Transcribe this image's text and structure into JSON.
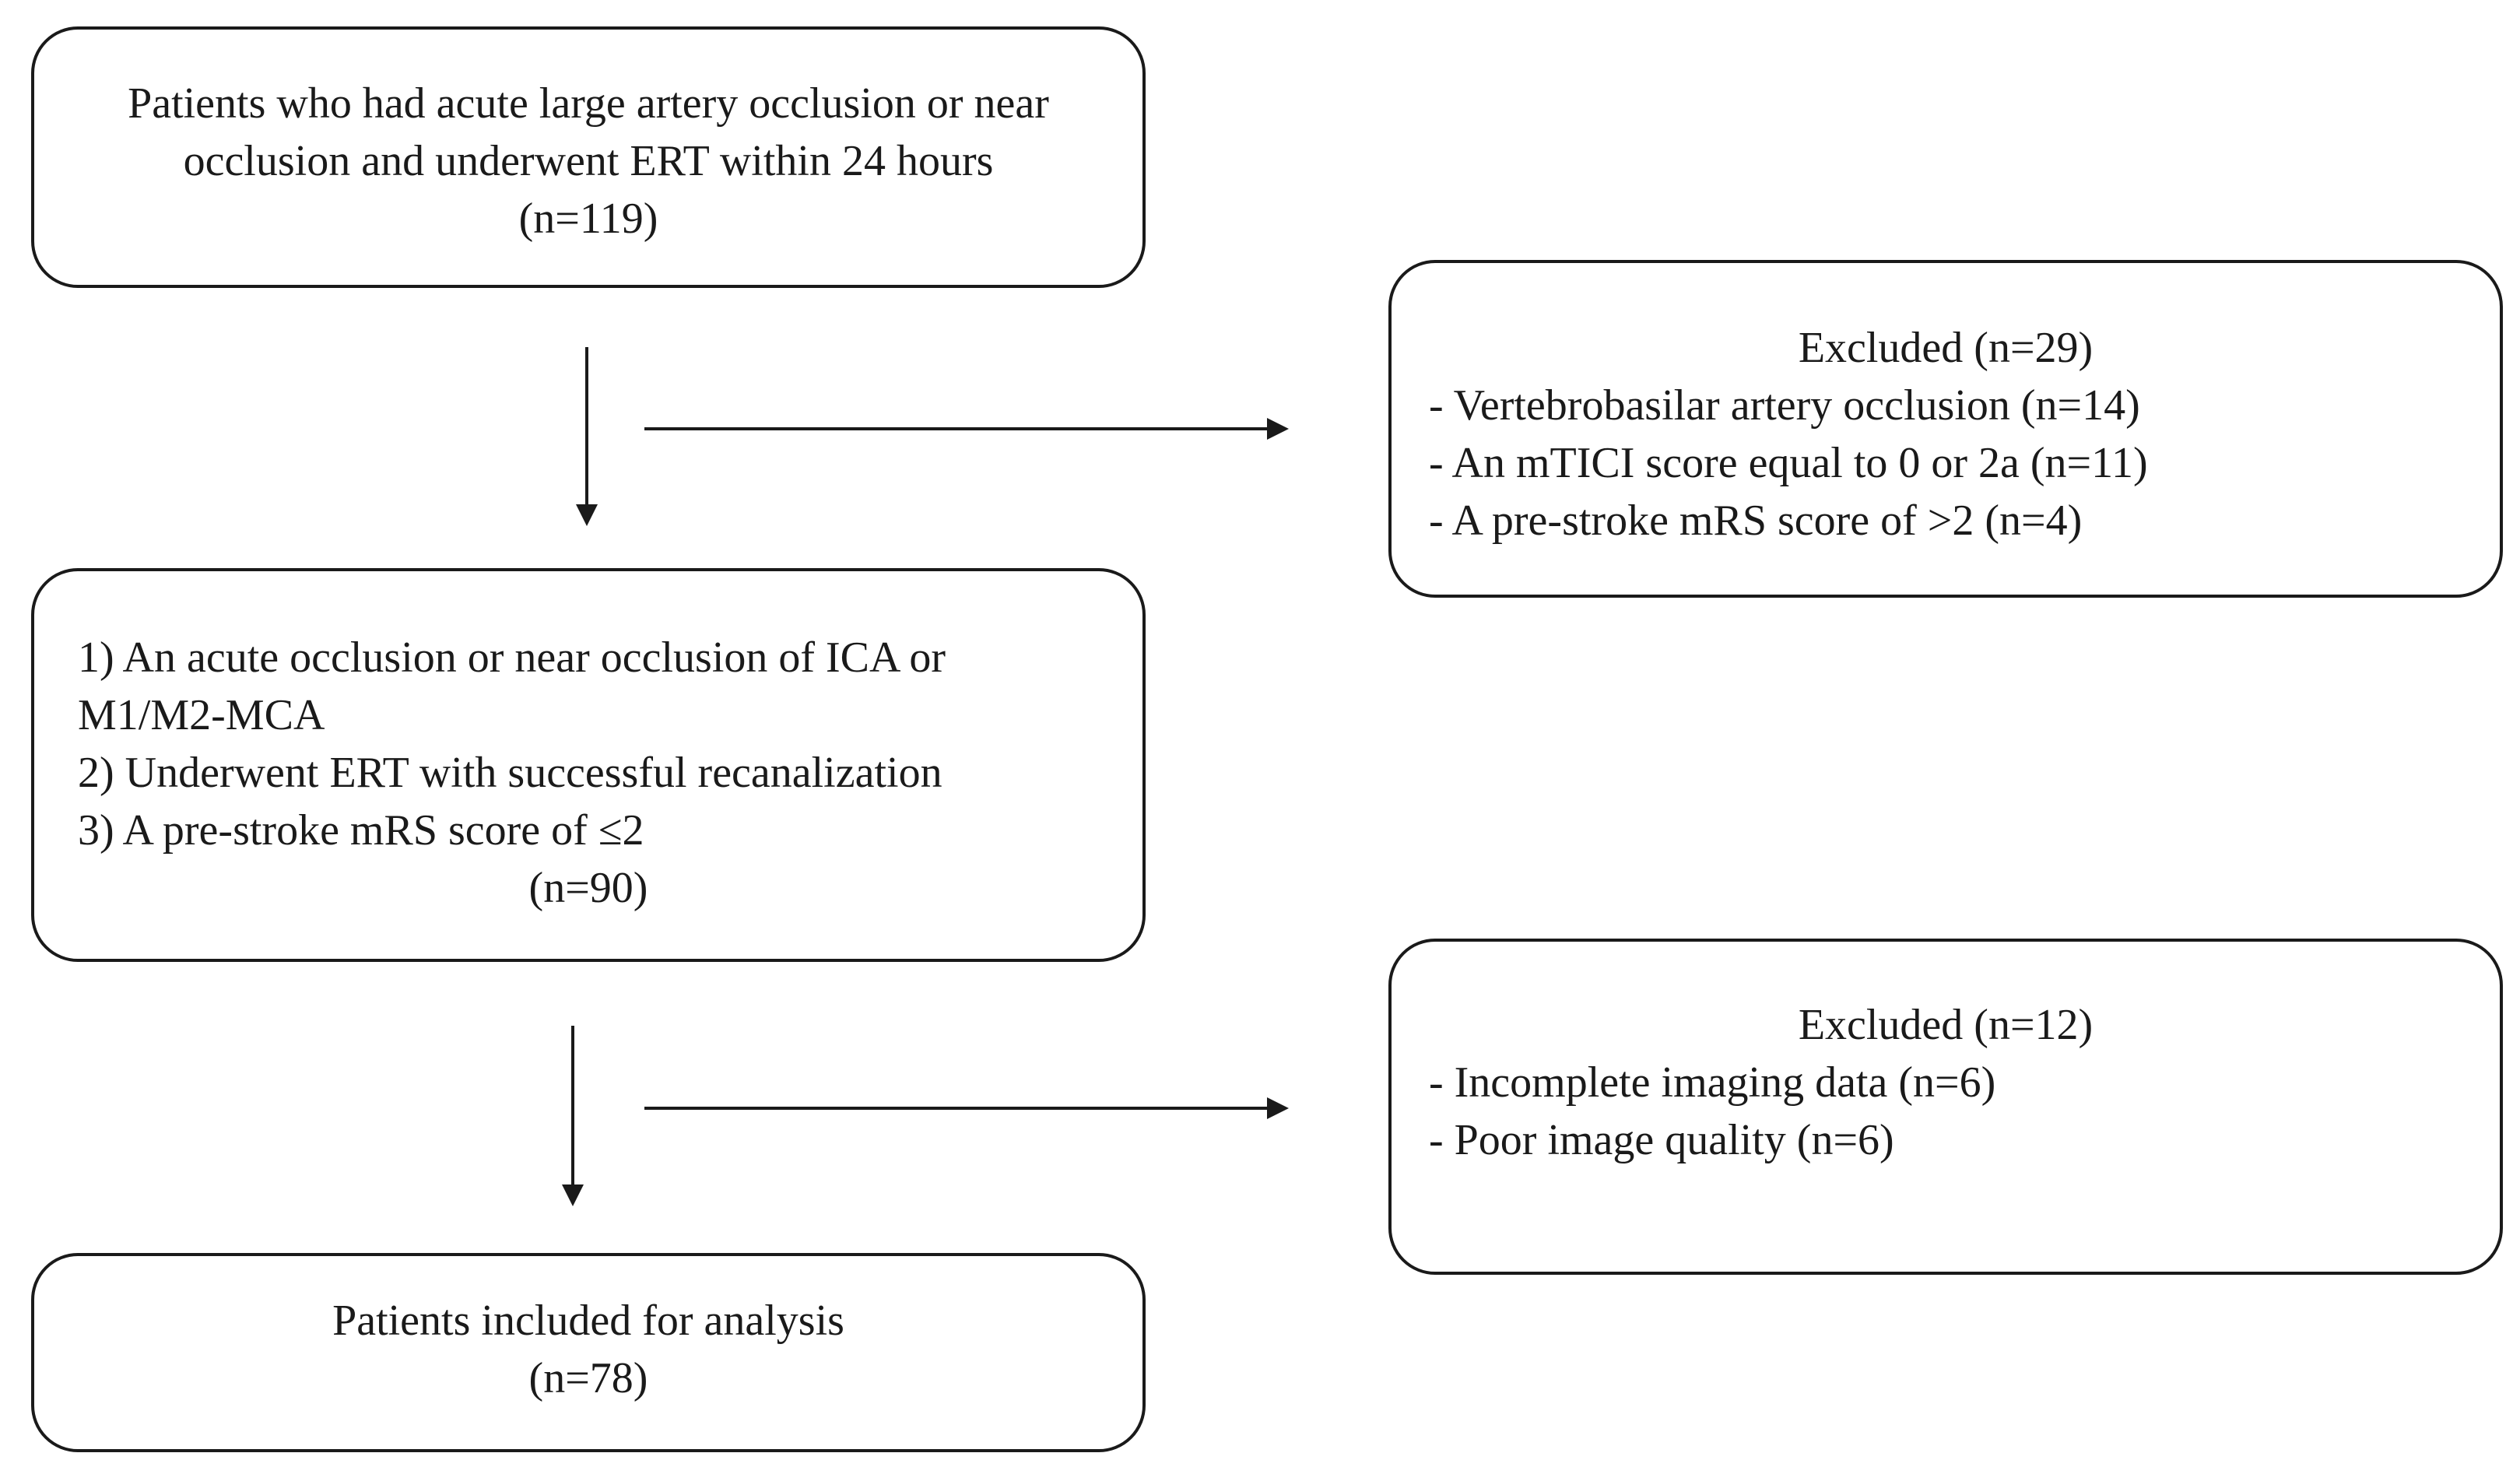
{
  "box_initial": {
    "lines": [
      "Patients who had acute large artery occlusion or near",
      "occlusion and underwent ERT within 24 hours",
      "(n=119)"
    ]
  },
  "box_excluded_1": {
    "title": "Excluded (n=29)",
    "items": [
      "- Vertebrobasilar artery occlusion (n=14)",
      "- An mTICI score equal to 0 or 2a (n=11)",
      "- A pre-stroke mRS score of >2 (n=4)"
    ]
  },
  "box_criteria": {
    "items": [
      "1) An acute occlusion or near occlusion of ICA or",
      "M1/M2-MCA",
      "2) Underwent ERT with successful recanalization",
      "3) A pre-stroke mRS score of ≤2"
    ],
    "count": "(n=90)"
  },
  "box_excluded_2": {
    "title": "Excluded (n=12)",
    "items": [
      "- Incomplete imaging data (n=6)",
      "- Poor image quality (n=6)"
    ]
  },
  "box_final": {
    "lines": [
      "Patients included for analysis",
      "(n=78)"
    ]
  }
}
